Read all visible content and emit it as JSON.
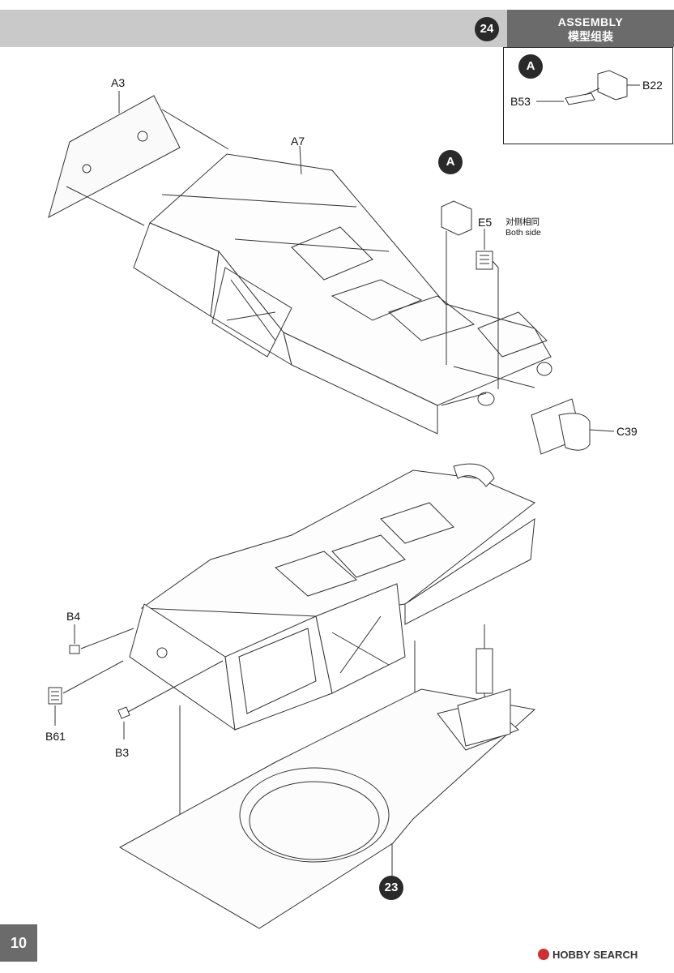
{
  "header": {
    "step_number": "24",
    "title_en": "ASSEMBLY",
    "title_cn": "模型组装"
  },
  "inset": {
    "marker": "A",
    "parts": [
      "B53",
      "B22"
    ]
  },
  "callout_marker": "A",
  "upper_assembly": {
    "labels": [
      "A3",
      "A7",
      "E5",
      "C39"
    ],
    "note_cn": "对侧相同",
    "note_en": "Both side"
  },
  "lower_assembly": {
    "labels": [
      "B4",
      "B61",
      "B3"
    ],
    "reference_step": "23"
  },
  "page_number": "10",
  "watermark": "HOBBY SEARCH"
}
